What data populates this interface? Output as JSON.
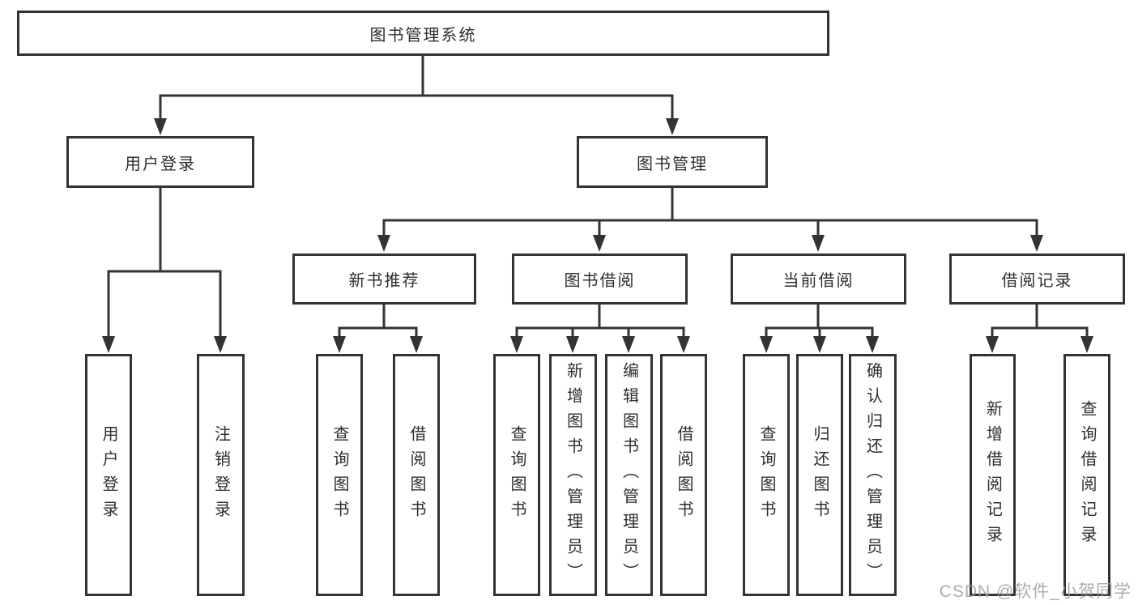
{
  "diagram_type": "hierarchy-tree",
  "colors": {
    "line": "#333333",
    "box_border": "#333333",
    "box_fill": "#ffffff",
    "text": "#2e2e2e",
    "background": "#ffffff",
    "watermark": "#9e9e9e"
  },
  "tree": {
    "label": "图书管理系统",
    "children": [
      {
        "label": "用户登录",
        "children": [
          {
            "label": "用户登录"
          },
          {
            "label": "注销登录"
          }
        ]
      },
      {
        "label": "图书管理",
        "children": [
          {
            "label": "新书推荐",
            "children": [
              {
                "label": "查询图书"
              },
              {
                "label": "借阅图书"
              }
            ]
          },
          {
            "label": "图书借阅",
            "children": [
              {
                "label": "查询图书"
              },
              {
                "label": "新增图书（管理员）"
              },
              {
                "label": "编辑图书（管理员）"
              },
              {
                "label": "借阅图书"
              }
            ]
          },
          {
            "label": "当前借阅",
            "children": [
              {
                "label": "查询图书"
              },
              {
                "label": "归还图书"
              },
              {
                "label": "确认归还（管理员）"
              }
            ]
          },
          {
            "label": "借阅记录",
            "children": [
              {
                "label": "新增借阅记录"
              },
              {
                "label": "查询借阅记录"
              }
            ]
          }
        ]
      }
    ]
  },
  "watermark": {
    "text": "CSDN @软件_小贺同学"
  }
}
